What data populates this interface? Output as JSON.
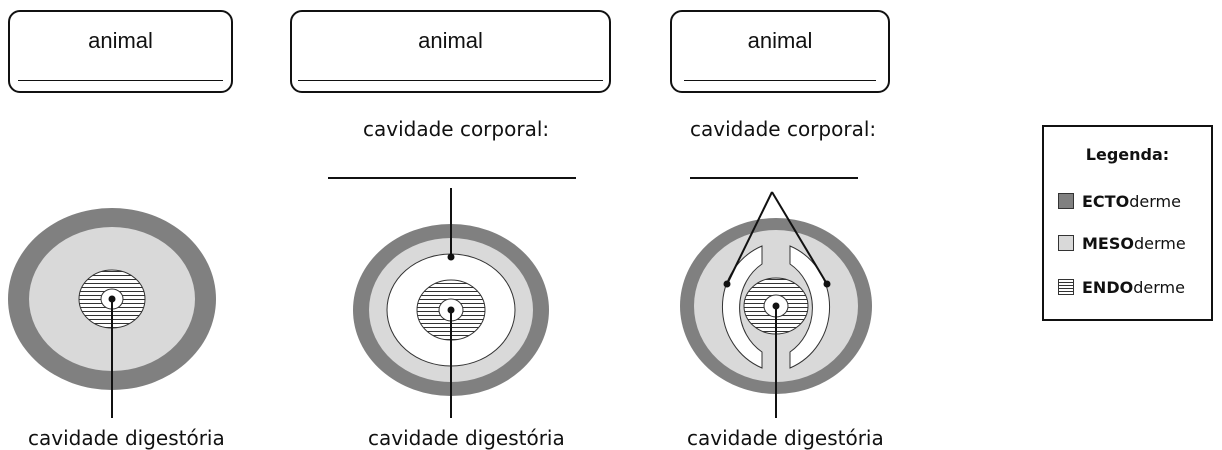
{
  "animals": [
    {
      "label": "animal"
    },
    {
      "label": "animal"
    },
    {
      "label": "animal"
    }
  ],
  "captions": {
    "body_cavity_2": "cavidade corporal:",
    "body_cavity_3": "cavidade corporal:",
    "digestive_1": "cavidade digestória",
    "digestive_2": "cavidade digestória",
    "digestive_3": "cavidade digestória"
  },
  "legend": {
    "title": "Legenda:",
    "items": [
      {
        "bold": "ECTO",
        "rest": "derme",
        "color": "#808080"
      },
      {
        "bold": "MESO",
        "rest": "derme",
        "color": "#d9d9d9"
      },
      {
        "bold": "ENDO",
        "rest": "derme",
        "pattern": "horizontal-stripes"
      }
    ]
  },
  "colors": {
    "ectoderm": "#808080",
    "mesoderm": "#d9d9d9",
    "endoderm_stripe": "#333333"
  }
}
